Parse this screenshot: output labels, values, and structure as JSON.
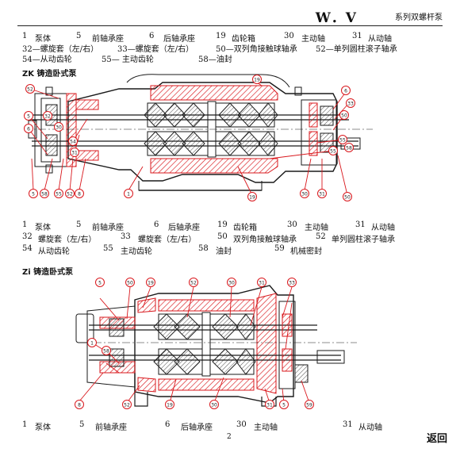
{
  "header": {
    "brand": "W．V",
    "subtitle": "系列双螺杆泵"
  },
  "legend_top": [
    [
      "1",
      "泵体",
      "5",
      "前轴承座",
      "6",
      "后轴承座",
      "19",
      "齿轮箱",
      "30",
      "主动轴",
      "31",
      "从动轴"
    ],
    [
      "32—螺旋套（左/右）",
      "33—螺旋套（左/右）",
      "50—双列角接触球轴承",
      "52—单列圆柱滚子轴承"
    ],
    [
      "54—从动齿轮",
      "55— 主动齿轮",
      "58—油封"
    ]
  ],
  "section1_title": "ZK 铸造卧式泵",
  "section1_callouts_top": [
    "52",
    "19",
    "6",
    "33",
    "50",
    "5",
    "6",
    "55",
    "54",
    "31",
    "58",
    "55",
    "30",
    "32"
  ],
  "section1_callouts_bottom": [
    "5",
    "58",
    "55",
    "52",
    "8",
    "1",
    "19",
    "30",
    "31",
    "50"
  ],
  "legend_mid": [
    [
      "1",
      "泵体",
      "5",
      "前轴承座",
      "6",
      "后轴承座",
      "19",
      "齿轮箱",
      "30",
      "主动轴",
      "31",
      "从动轴"
    ],
    [
      "32",
      "螺旋套（左/右）",
      "33",
      "螺旋套（左/右）",
      "50",
      "双列角接触球轴承",
      "52",
      "单列圆柱滚子轴承"
    ],
    [
      "54",
      "从动齿轮",
      "55",
      "主动齿轮",
      "58",
      "油封",
      "59",
      "机械密封"
    ]
  ],
  "section2_title": "Zi 铸造卧式泵",
  "section2_callouts_top": [
    "5",
    "50",
    "19",
    "52",
    "30",
    "31",
    "33",
    "1",
    "58"
  ],
  "section2_callouts_bottom": [
    "8",
    "52",
    "19",
    "30",
    "31",
    "5",
    "59"
  ],
  "legend_bottom": [
    "1",
    "泵体",
    "5",
    "前轴承座",
    "6",
    "后轴承座",
    "30",
    "主动轴",
    "31",
    "从动轴"
  ],
  "page_number": "2",
  "back_link": "返回",
  "colors": {
    "outline": "#1a1a1a",
    "hatch": "#d9181d",
    "callout": "#d9181d",
    "page": "#ffffff"
  }
}
